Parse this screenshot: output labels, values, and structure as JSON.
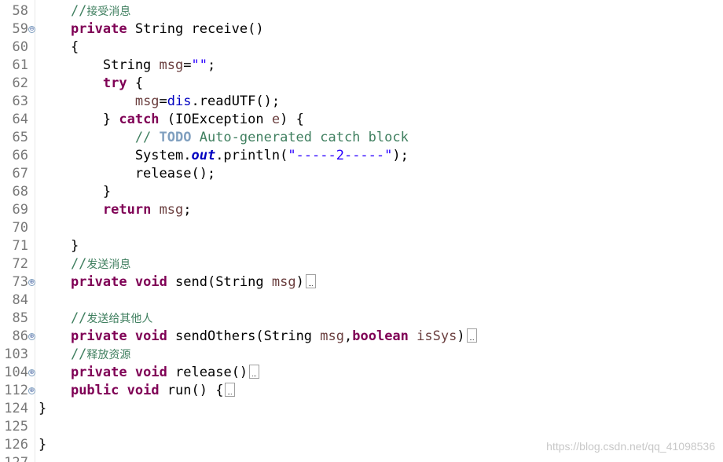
{
  "watermark": "https://blog.csdn.net/qq_41098536",
  "lines": [
    {
      "n": "58",
      "fold": "",
      "tokens": [
        {
          "c": "cm",
          "t": "    //"
        },
        {
          "c": "cm cjk",
          "t": "接受消息"
        }
      ]
    },
    {
      "n": "59",
      "fold": "⊖",
      "tokens": [
        {
          "c": "",
          "t": "    "
        },
        {
          "c": "kw",
          "t": "private"
        },
        {
          "c": "",
          "t": " String receive()"
        }
      ]
    },
    {
      "n": "60",
      "fold": "",
      "tokens": [
        {
          "c": "",
          "t": "    {"
        }
      ]
    },
    {
      "n": "61",
      "fold": "",
      "tokens": [
        {
          "c": "",
          "t": "        String "
        },
        {
          "c": "var",
          "t": "msg"
        },
        {
          "c": "",
          "t": "="
        },
        {
          "c": "str",
          "t": "\"\""
        },
        {
          "c": "",
          "t": ";"
        }
      ]
    },
    {
      "n": "62",
      "fold": "",
      "tokens": [
        {
          "c": "",
          "t": "        "
        },
        {
          "c": "kw",
          "t": "try"
        },
        {
          "c": "",
          "t": " {"
        }
      ]
    },
    {
      "n": "63",
      "fold": "",
      "tokens": [
        {
          "c": "",
          "t": "            "
        },
        {
          "c": "var",
          "t": "msg"
        },
        {
          "c": "",
          "t": "="
        },
        {
          "c": "fld",
          "t": "dis"
        },
        {
          "c": "",
          "t": ".readUTF();"
        }
      ]
    },
    {
      "n": "64",
      "fold": "",
      "tokens": [
        {
          "c": "",
          "t": "        } "
        },
        {
          "c": "kw",
          "t": "catch"
        },
        {
          "c": "",
          "t": " (IOException "
        },
        {
          "c": "var",
          "t": "e"
        },
        {
          "c": "",
          "t": ") {"
        }
      ]
    },
    {
      "n": "65",
      "fold": "",
      "tokens": [
        {
          "c": "cm",
          "t": "            // "
        },
        {
          "c": "task",
          "t": "TODO"
        },
        {
          "c": "cm",
          "t": " Auto-generated catch block"
        }
      ]
    },
    {
      "n": "66",
      "fold": "",
      "tokens": [
        {
          "c": "",
          "t": "            System."
        },
        {
          "c": "sfld",
          "t": "out"
        },
        {
          "c": "",
          "t": ".println("
        },
        {
          "c": "str",
          "t": "\"-----2-----\""
        },
        {
          "c": "",
          "t": ");"
        }
      ]
    },
    {
      "n": "67",
      "fold": "",
      "tokens": [
        {
          "c": "",
          "t": "            release();"
        }
      ]
    },
    {
      "n": "68",
      "fold": "",
      "tokens": [
        {
          "c": "",
          "t": "        }"
        }
      ]
    },
    {
      "n": "69",
      "fold": "",
      "tokens": [
        {
          "c": "",
          "t": "        "
        },
        {
          "c": "kw",
          "t": "return"
        },
        {
          "c": "",
          "t": " "
        },
        {
          "c": "var",
          "t": "msg"
        },
        {
          "c": "",
          "t": ";"
        }
      ]
    },
    {
      "n": "70",
      "fold": "",
      "tokens": []
    },
    {
      "n": "71",
      "fold": "",
      "tokens": [
        {
          "c": "",
          "t": "    }"
        }
      ]
    },
    {
      "n": "72",
      "fold": "",
      "tokens": [
        {
          "c": "cm",
          "t": "    //"
        },
        {
          "c": "cm cjk",
          "t": "发送消息"
        }
      ]
    },
    {
      "n": "73",
      "fold": "⊕",
      "collapsed": true,
      "tokens": [
        {
          "c": "",
          "t": "    "
        },
        {
          "c": "kw",
          "t": "private"
        },
        {
          "c": "",
          "t": " "
        },
        {
          "c": "kw",
          "t": "void"
        },
        {
          "c": "",
          "t": " send(String "
        },
        {
          "c": "var",
          "t": "msg"
        },
        {
          "c": "",
          "t": ")"
        }
      ]
    },
    {
      "n": "84",
      "fold": "",
      "tokens": []
    },
    {
      "n": "85",
      "fold": "",
      "tokens": [
        {
          "c": "cm",
          "t": "    //"
        },
        {
          "c": "cm cjk",
          "t": "发送给其他人"
        }
      ]
    },
    {
      "n": "86",
      "fold": "⊕",
      "collapsed": true,
      "tokens": [
        {
          "c": "",
          "t": "    "
        },
        {
          "c": "kw",
          "t": "private"
        },
        {
          "c": "",
          "t": " "
        },
        {
          "c": "kw",
          "t": "void"
        },
        {
          "c": "",
          "t": " sendOthers(String "
        },
        {
          "c": "var",
          "t": "msg"
        },
        {
          "c": "",
          "t": ","
        },
        {
          "c": "kw",
          "t": "boolean"
        },
        {
          "c": "",
          "t": " "
        },
        {
          "c": "var",
          "t": "isSys"
        },
        {
          "c": "",
          "t": ")"
        }
      ]
    },
    {
      "n": "103",
      "fold": "",
      "tokens": [
        {
          "c": "cm",
          "t": "    //"
        },
        {
          "c": "cm cjk",
          "t": "释放资源"
        }
      ]
    },
    {
      "n": "104",
      "fold": "⊕",
      "collapsed": true,
      "tokens": [
        {
          "c": "",
          "t": "    "
        },
        {
          "c": "kw",
          "t": "private"
        },
        {
          "c": "",
          "t": " "
        },
        {
          "c": "kw",
          "t": "void"
        },
        {
          "c": "",
          "t": " release()"
        }
      ]
    },
    {
      "n": "112",
      "fold": "⊕",
      "collapsed": true,
      "tokens": [
        {
          "c": "",
          "t": "    "
        },
        {
          "c": "kw",
          "t": "public"
        },
        {
          "c": "",
          "t": " "
        },
        {
          "c": "kw",
          "t": "void"
        },
        {
          "c": "",
          "t": " run() {"
        }
      ]
    },
    {
      "n": "124",
      "fold": "",
      "tokens": [
        {
          "c": "",
          "t": "}"
        }
      ]
    },
    {
      "n": "125",
      "fold": "",
      "tokens": []
    },
    {
      "n": "126",
      "fold": "",
      "tokens": [
        {
          "c": "",
          "t": "}"
        }
      ]
    },
    {
      "n": "127",
      "fold": "",
      "tokens": []
    }
  ]
}
